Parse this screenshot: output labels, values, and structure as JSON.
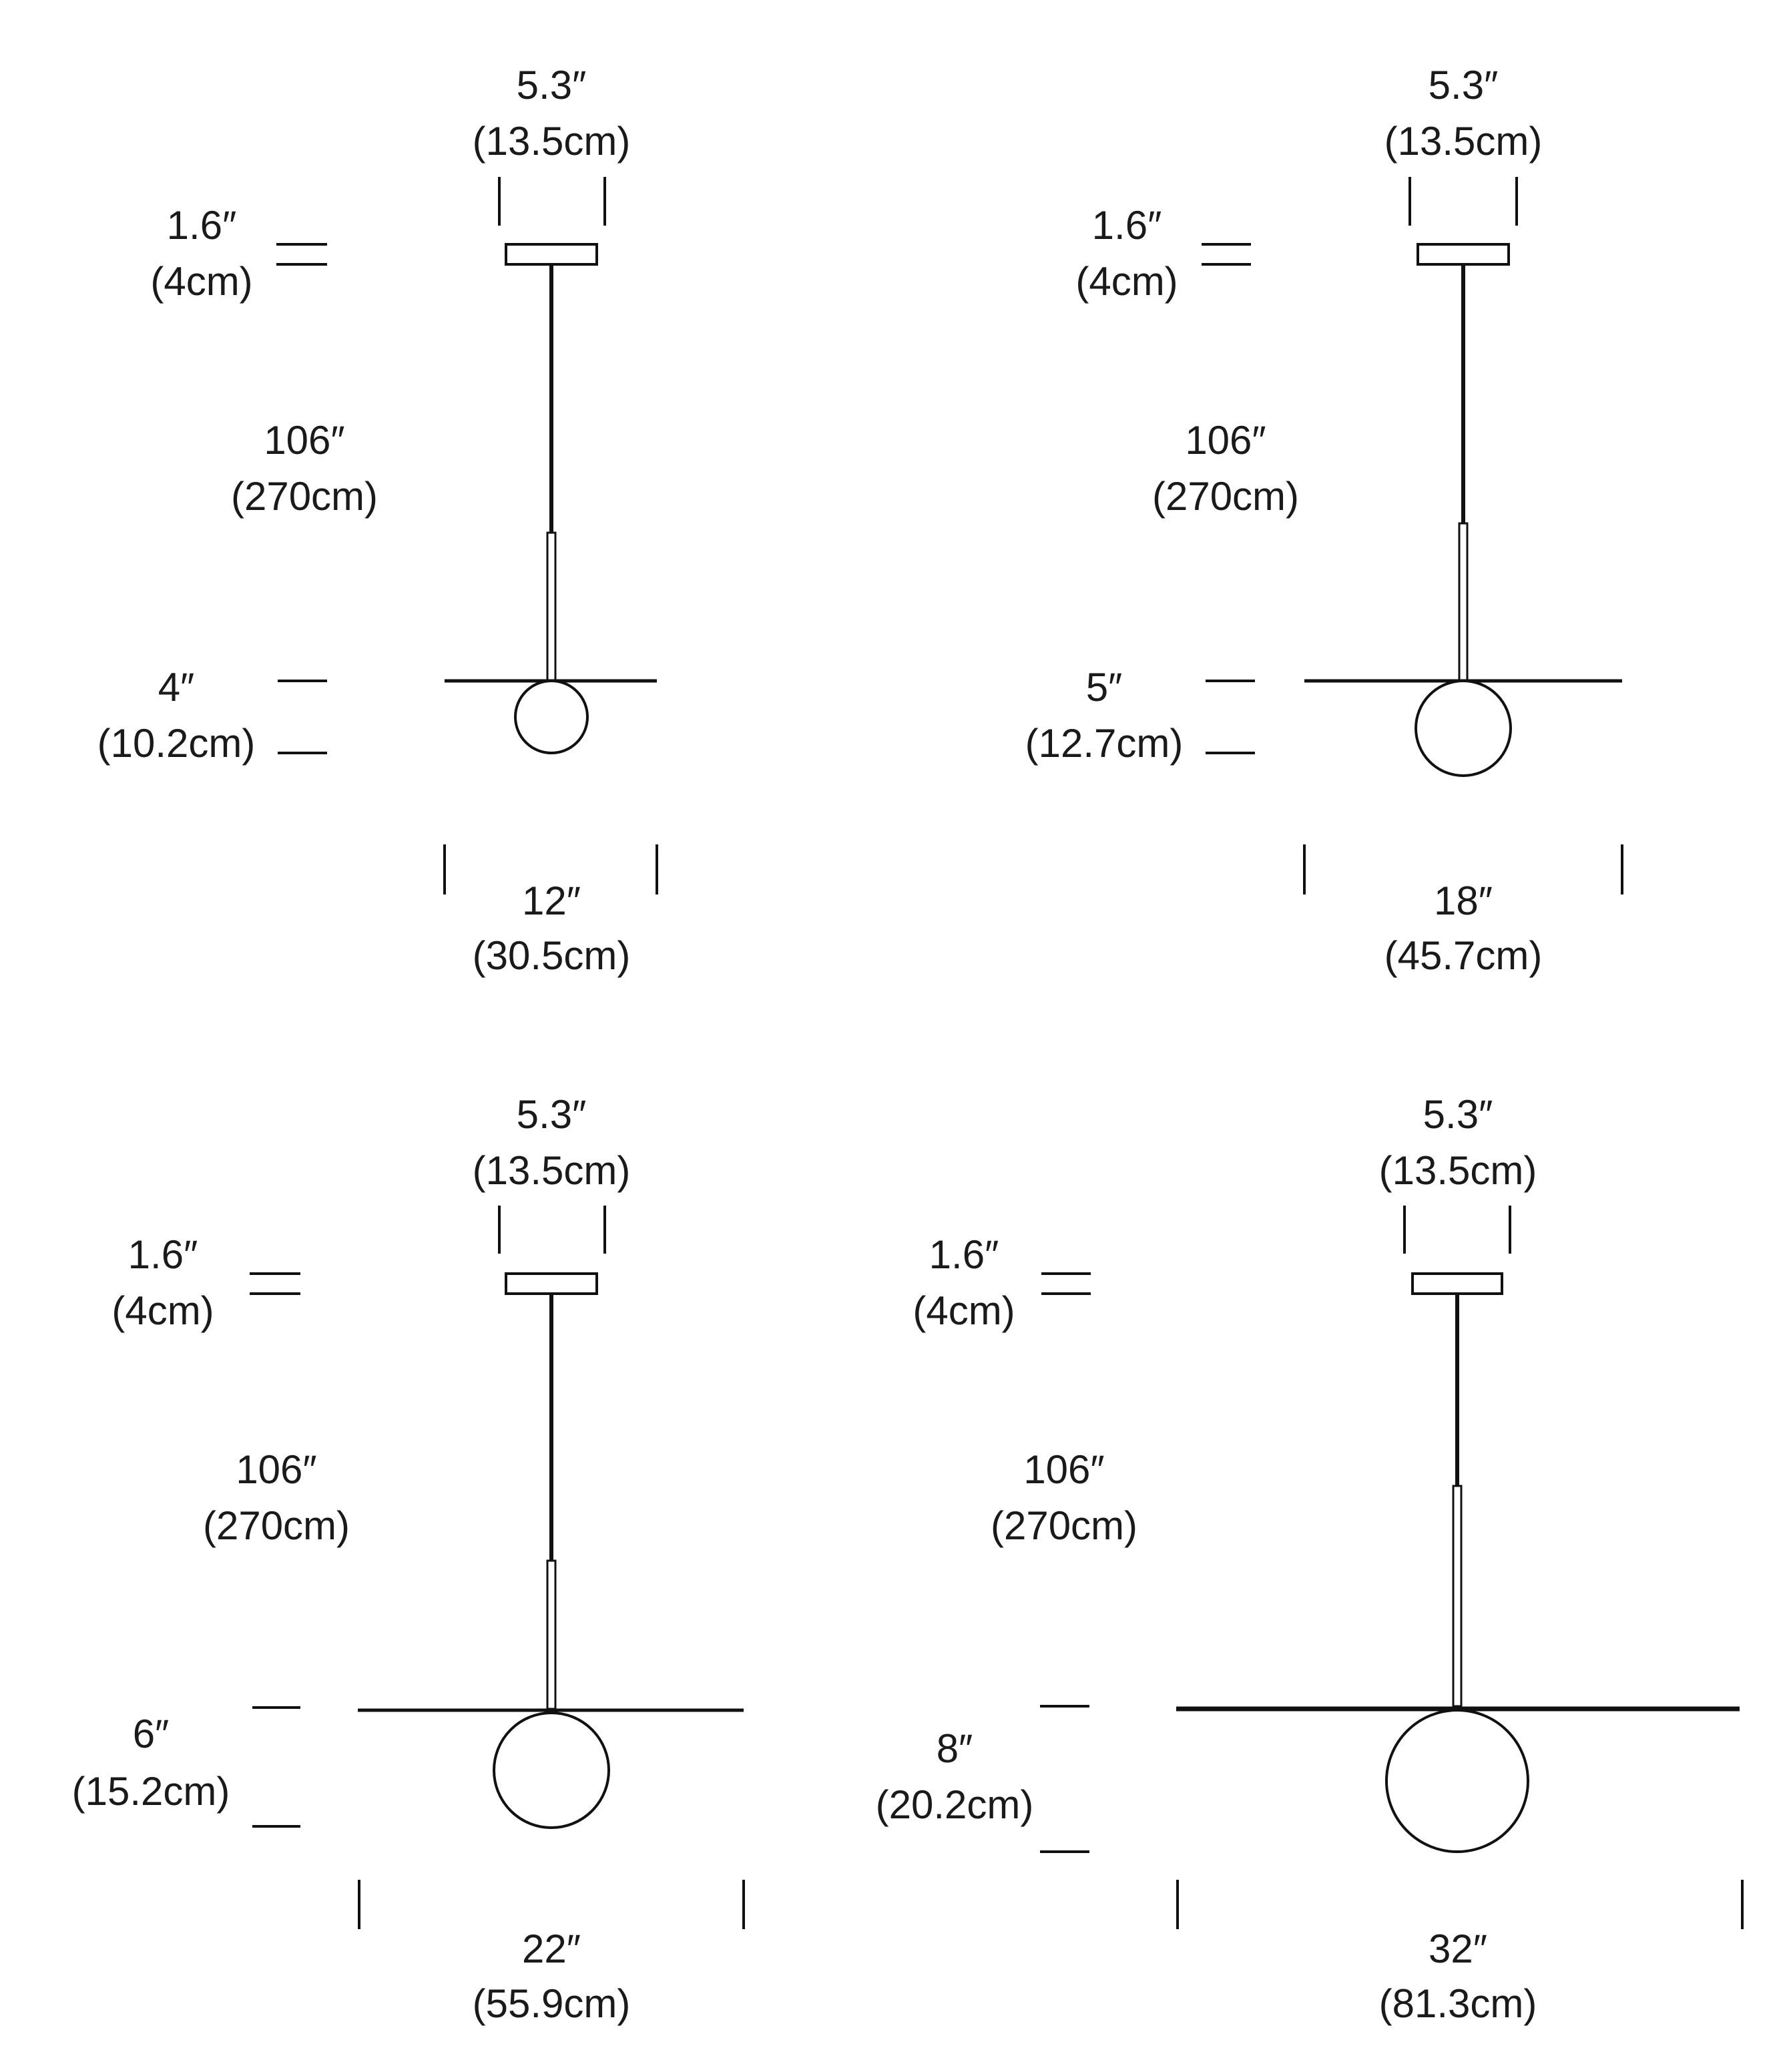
{
  "colors": {
    "line": "#111111",
    "background": "#ffffff"
  },
  "variants": [
    {
      "id": "12in",
      "canopy_width": {
        "in": "5.3″",
        "cm": "(13.5cm)"
      },
      "canopy_height": {
        "in": "1.6″",
        "cm": "(4cm)"
      },
      "drop_length": {
        "in": "106″",
        "cm": "(270cm)"
      },
      "globe_height": {
        "in": "4″",
        "cm": "(10.2cm)"
      },
      "shade_width": {
        "in": "12″",
        "cm": "(30.5cm)"
      }
    },
    {
      "id": "18in",
      "canopy_width": {
        "in": "5.3″",
        "cm": "(13.5cm)"
      },
      "canopy_height": {
        "in": "1.6″",
        "cm": "(4cm)"
      },
      "drop_length": {
        "in": "106″",
        "cm": "(270cm)"
      },
      "globe_height": {
        "in": "5″",
        "cm": "(12.7cm)"
      },
      "shade_width": {
        "in": "18″",
        "cm": "(45.7cm)"
      }
    },
    {
      "id": "22in",
      "canopy_width": {
        "in": "5.3″",
        "cm": "(13.5cm)"
      },
      "canopy_height": {
        "in": "1.6″",
        "cm": "(4cm)"
      },
      "drop_length": {
        "in": "106″",
        "cm": "(270cm)"
      },
      "globe_height": {
        "in": "6″",
        "cm": "(15.2cm)"
      },
      "shade_width": {
        "in": "22″",
        "cm": "(55.9cm)"
      }
    },
    {
      "id": "32in",
      "canopy_width": {
        "in": "5.3″",
        "cm": "(13.5cm)"
      },
      "canopy_height": {
        "in": "1.6″",
        "cm": "(4cm)"
      },
      "drop_length": {
        "in": "106″",
        "cm": "(270cm)"
      },
      "globe_height": {
        "in": "8″",
        "cm": "(20.2cm)"
      },
      "shade_width": {
        "in": "32″",
        "cm": "(81.3cm)"
      }
    }
  ]
}
